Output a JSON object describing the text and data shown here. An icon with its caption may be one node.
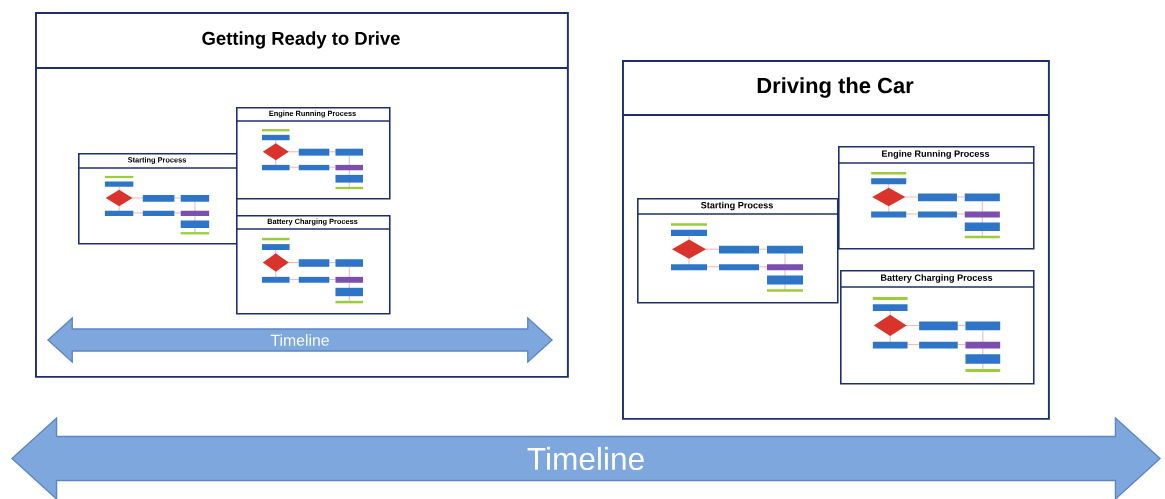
{
  "diagram": {
    "nodes": [
      {
        "text": [
          "Getting Ready to Drive"
        ]
      },
      {
        "text": [
          "Starting Process"
        ],
        "in": 0
      },
      {
        "text": [
          "Engine Running Process"
        ],
        "in": 0
      },
      {
        "text": [
          "Battery Charging Process"
        ],
        "in": 0
      },
      {
        "text": [
          "Timeline"
        ],
        "in": 0
      },
      {
        "text": [
          "Driving the Car"
        ]
      },
      {
        "text": [
          "Starting Process"
        ],
        "in": 5
      },
      {
        "text": [
          "Engine Running Process"
        ],
        "in": 5
      },
      {
        "text": [
          "Battery Charging Process"
        ],
        "in": 5
      },
      {
        "text": [
          "Timeline"
        ]
      }
    ]
  }
}
